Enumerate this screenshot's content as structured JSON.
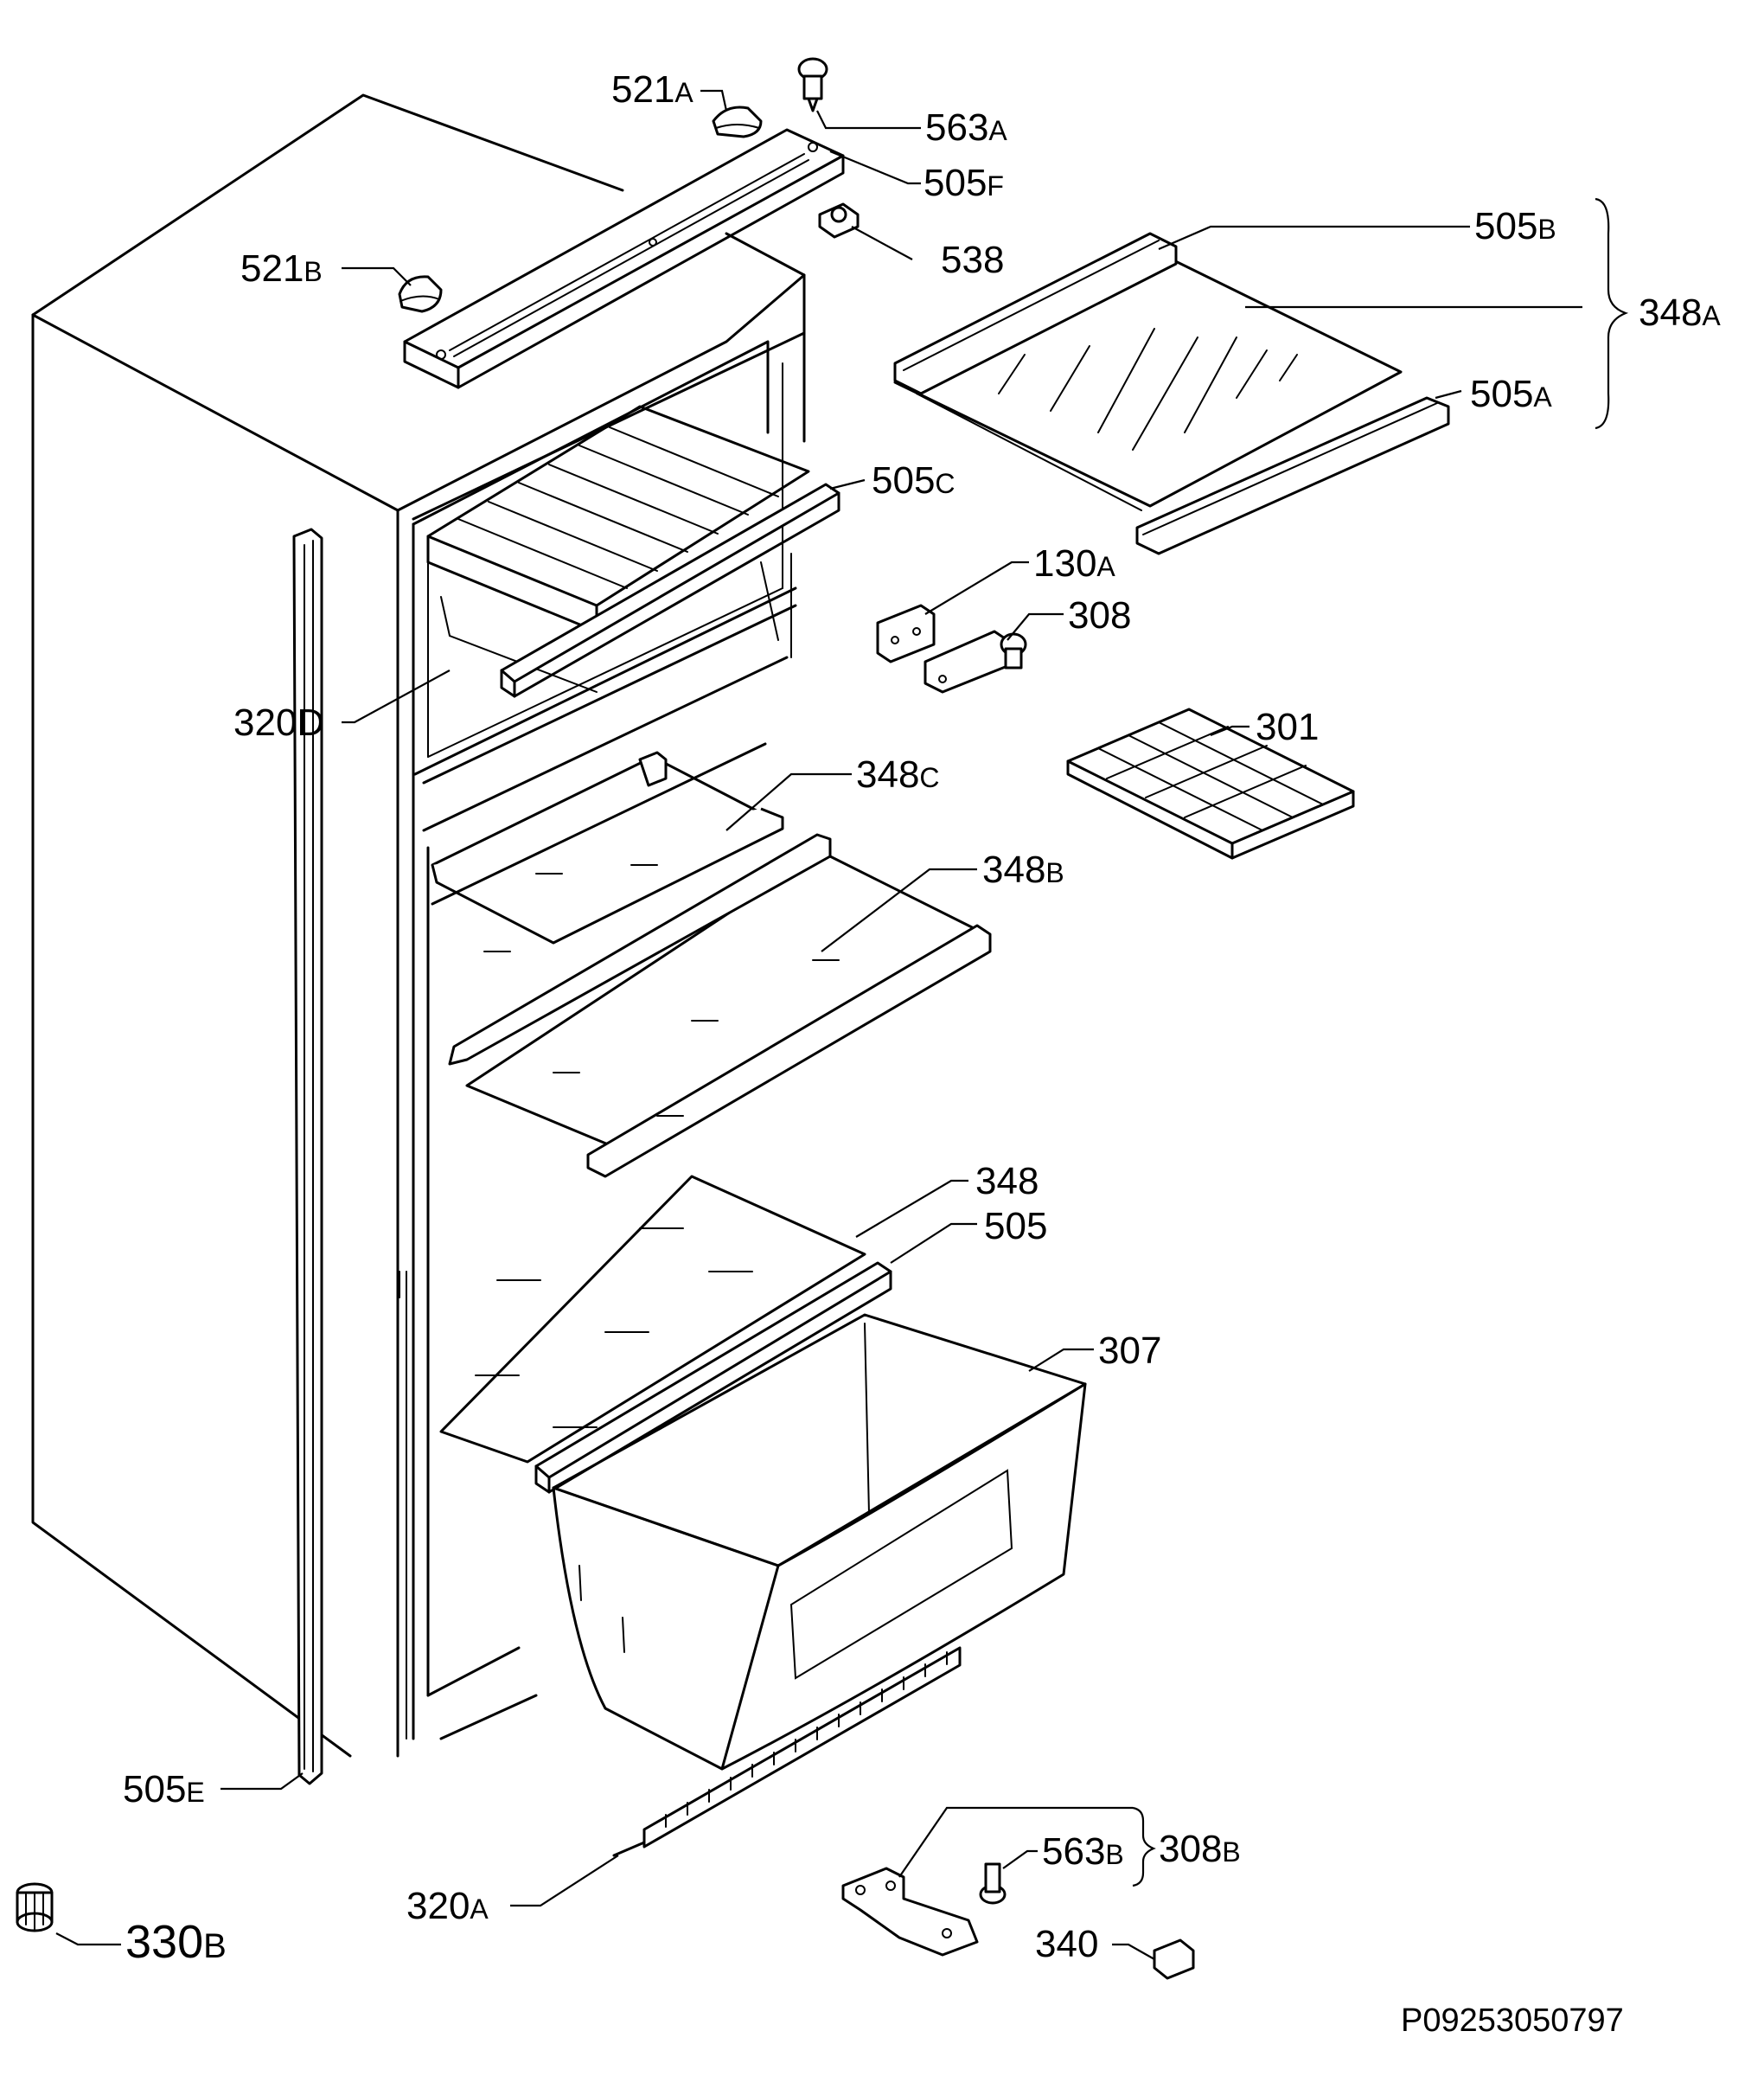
{
  "labels": {
    "p521a": {
      "num": "521",
      "suffix": "A"
    },
    "p563a": {
      "num": "563",
      "suffix": "A"
    },
    "p505f": {
      "num": "505",
      "suffix": "F"
    },
    "p538": {
      "num": "538",
      "suffix": ""
    },
    "p521b": {
      "num": "521",
      "suffix": "B"
    },
    "p505b": {
      "num": "505",
      "suffix": "B"
    },
    "p348a": {
      "num": "348",
      "suffix": "A"
    },
    "p505a": {
      "num": "505",
      "suffix": "A"
    },
    "p505c": {
      "num": "505",
      "suffix": "C"
    },
    "p130a": {
      "num": "130",
      "suffix": "A"
    },
    "p308": {
      "num": "308",
      "suffix": ""
    },
    "p301": {
      "num": "301",
      "suffix": ""
    },
    "p320d": {
      "num": "320D",
      "suffix": ""
    },
    "p348c": {
      "num": "348",
      "suffix": "C"
    },
    "p348b": {
      "num": "348",
      "suffix": "B"
    },
    "p348": {
      "num": "348",
      "suffix": ""
    },
    "p505": {
      "num": "505",
      "suffix": ""
    },
    "p307": {
      "num": "307",
      "suffix": ""
    },
    "p505e": {
      "num": "505",
      "suffix": "E"
    },
    "p563b": {
      "num": "563",
      "suffix": "B"
    },
    "p308b": {
      "num": "308",
      "suffix": "B"
    },
    "p320a": {
      "num": "320",
      "suffix": "A"
    },
    "p330b": {
      "num": "330",
      "suffix": "B"
    },
    "p340": {
      "num": "340",
      "suffix": ""
    }
  },
  "drawing_code": "P09253050797"
}
